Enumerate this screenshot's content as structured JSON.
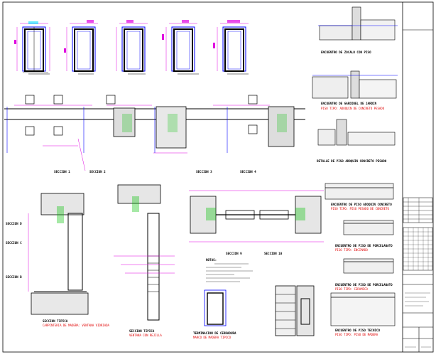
{
  "sheet": {
    "background": "#ffffff",
    "colors": {
      "dimension": "#e000e0",
      "outline": "#0000ff",
      "glass": "#00c000",
      "label_red": "#e00000",
      "ink": "#000000"
    }
  },
  "door_elevations": [
    {
      "label": "",
      "sublabel": ""
    },
    {
      "label": "",
      "sublabel": ""
    },
    {
      "label": "",
      "sublabel": ""
    },
    {
      "label": "",
      "sublabel": ""
    },
    {
      "label": "",
      "sublabel": ""
    }
  ],
  "plan_sections": [
    {
      "label": "SECCION 1"
    },
    {
      "label": "SECCION 2"
    },
    {
      "label": "SECCION 3"
    },
    {
      "label": "SECCION 4"
    }
  ],
  "right_details": [
    {
      "title": "ENCUENTRO DE ZOCALO CON PISO",
      "subtitle": ""
    },
    {
      "title": "ENCUENTRO DE GARDINEL DE JARDIN",
      "subtitle": "PISO TIPO: ADOQUIN DE CONCRETO PESADO"
    },
    {
      "title": "DETALLE DE PISO ADOQUIN CONCRETO PESADO",
      "subtitle": ""
    },
    {
      "title": "ENCUENTRO DE PISO ADOQUIN CONCRETO",
      "subtitle": "PISO TIPO: PISO PESADO DE CONCRETO"
    },
    {
      "title": "ENCUENTRO DE PISO DE PORCELANATO",
      "subtitle": "PISO TIPO: ENCIMADO"
    },
    {
      "title": "ENCUENTRO DE PISO DE PORCELANATO",
      "subtitle": "PISO TIPO: CERAMICO"
    },
    {
      "title": "ENCUENTRO DE PISO TECNICO",
      "subtitle": "PISO TIPO: PISO DE MADERA"
    }
  ],
  "lower_sections": {
    "left_marks": [
      "SECCION D",
      "SECCION C",
      "SECCION B"
    ],
    "left_title": "SECCION TIPICA",
    "left_subtitle": "CARPINTERIA DE MADERA: VENTANA VIDRIADA",
    "mid_title": "SECCION TIPICA",
    "mid_subtitle": "VENTANA CON REJILLA",
    "window_sections": [
      "SECCION 9",
      "SECCION 10"
    ],
    "small_title": "TERMINACION DE CERRADURA",
    "small_subtitle": "MARCO DE MADERA TIPICO"
  },
  "notes": {
    "heading": "NOTAS:",
    "lines": [
      "",
      "",
      "",
      "",
      "",
      "",
      ""
    ]
  },
  "title_block": {
    "rows": [
      "",
      "",
      "",
      "",
      "",
      "",
      ""
    ]
  }
}
